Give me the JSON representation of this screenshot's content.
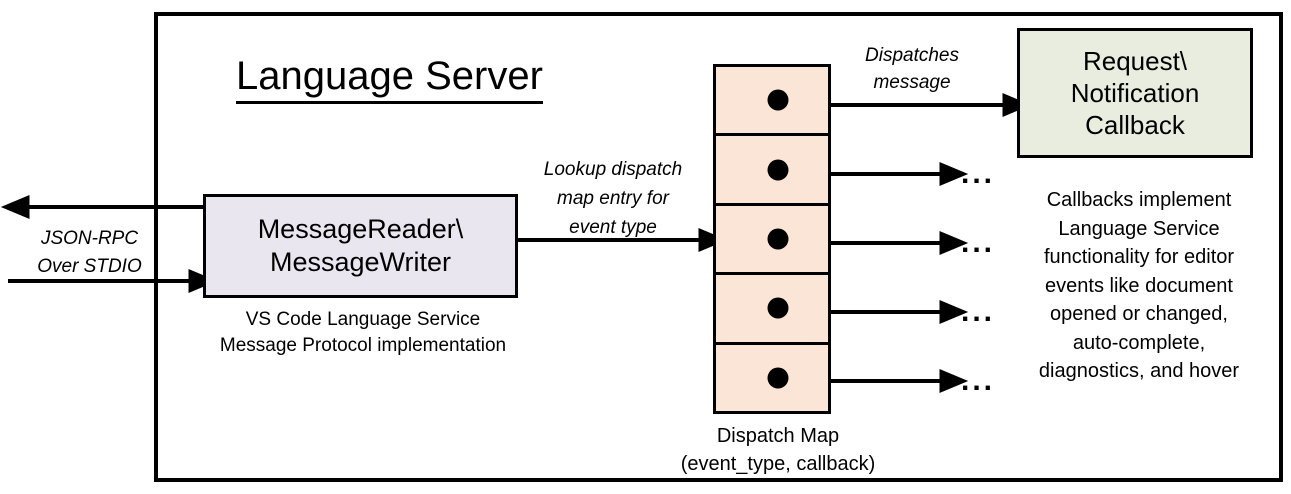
{
  "diagram": {
    "title": "Language Server",
    "frame_label": "language-server-boundary"
  },
  "nodes": {
    "message_reader": {
      "label": "MessageReader\\\nMessageWriter",
      "line1": "MessageReader\\",
      "line2": "MessageWriter",
      "fill": "#EAE6F0",
      "caption": "VS Code Language Service\nMessage Protocol implementation",
      "caption_line1": "VS Code Language Service",
      "caption_line2": "Message Protocol implementation"
    },
    "dispatch_map": {
      "caption_line1": "Dispatch Map",
      "caption_line2": "(event_type, callback)",
      "fill": "#FBE5D6",
      "row_count": 5,
      "rows": [
        {
          "index": 1,
          "has_callback_dot": true
        },
        {
          "index": 2,
          "has_callback_dot": true
        },
        {
          "index": 3,
          "has_callback_dot": true
        },
        {
          "index": 4,
          "has_callback_dot": true
        },
        {
          "index": 5,
          "has_callback_dot": true
        }
      ]
    },
    "callback": {
      "line1": "Request\\",
      "line2": "Notification",
      "line3": "Callback",
      "fill": "#E8EDE0",
      "caption_line1": "Callbacks implement",
      "caption_line2": "Language Service",
      "caption_line3": "functionality for editor",
      "caption_line4": "events like document",
      "caption_line5": "opened or changed,",
      "caption_line6": "auto-complete,",
      "caption_line7": "diagnostics, and hover"
    }
  },
  "edges": {
    "json_rpc": {
      "line1": "JSON-RPC",
      "line2": "Over STDIO"
    },
    "lookup": {
      "line1": "Lookup dispatch",
      "line2": "map entry for",
      "line3": "event type"
    },
    "dispatches": {
      "line1": "Dispatches",
      "line2": "message"
    },
    "ellipsis": "• • •",
    "ellipsis_glyph": "..."
  },
  "colors": {
    "stroke": "#000000",
    "background": "#FFFFFF",
    "message_reader_fill": "#EAE6F0",
    "dispatch_map_fill": "#FBE5D6",
    "callback_fill": "#E8EDE0"
  }
}
